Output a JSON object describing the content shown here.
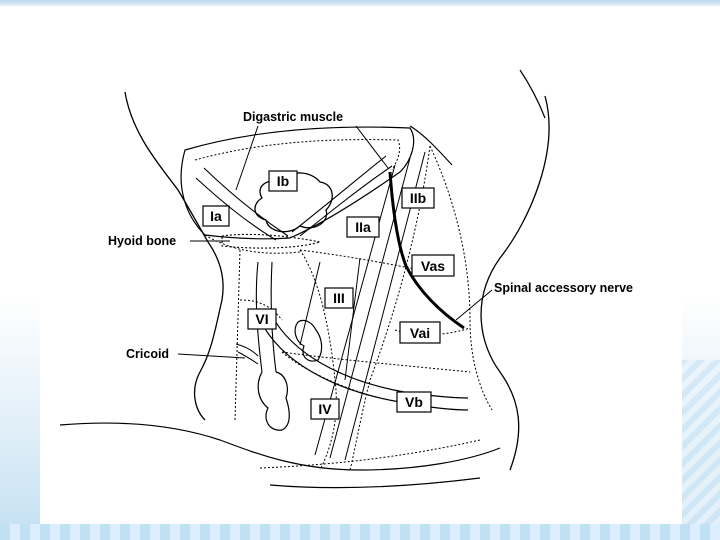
{
  "diagram": {
    "labels": {
      "digastric_muscle": "Digastric muscle",
      "hyoid_bone": "Hyoid bone",
      "cricoid": "Cricoid",
      "spinal_accessory_nerve": "Spinal accessory nerve"
    },
    "levels": {
      "ia": "Ia",
      "ib": "Ib",
      "iia": "IIa",
      "iib": "IIb",
      "iii": "III",
      "iv": "IV",
      "vas": "Vas",
      "vai": "Vai",
      "vb": "Vb",
      "vi": "VI"
    }
  }
}
